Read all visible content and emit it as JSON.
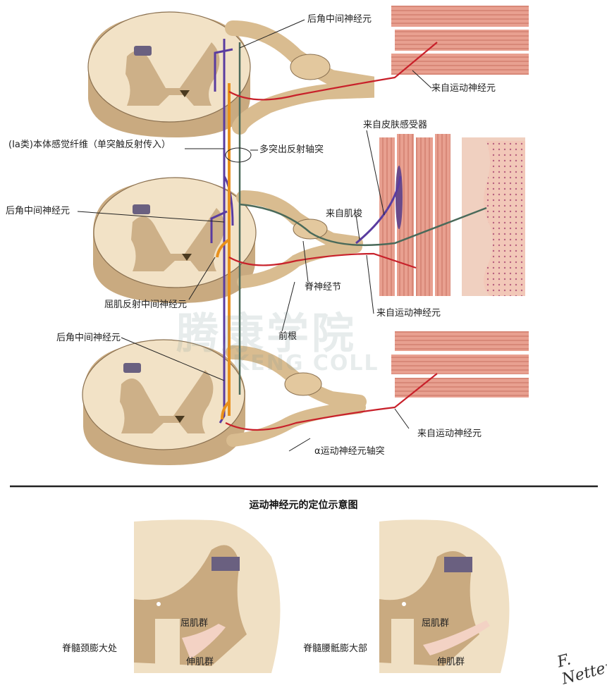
{
  "labels": {
    "dorsal_interneuron_top": "后角中间神经元",
    "from_motor_neuron_top": "来自运动神经元",
    "from_skin_receptor": "来自皮肤感受器",
    "ia_afferent": "(Ia类)本体感觉纤维（单突触反射传入）",
    "polysynaptic_axon": "多突出反射轴突",
    "dorsal_interneuron_mid": "后角中间神经元",
    "from_spindle": "来自肌梭",
    "spinal_ganglion": "脊神经节",
    "flexor_interneuron": "屈肌反射中间神经元",
    "from_motor_neuron_mid": "来自运动神经元",
    "ventral_root": "前根",
    "dorsal_interneuron_bot": "后角中间神经元",
    "from_motor_neuron_bot": "来自运动神经元",
    "alpha_motor_axon": "α运动神经元轴突",
    "flexor_group_left": "屈肌群",
    "extensor_group_left": "伸肌群",
    "cervical_label": "脊髓颈膨大处",
    "flexor_group_right": "屈肌群",
    "extensor_group_right": "伸肌群",
    "lumbar_label": "脊髓腰骶膨大部"
  },
  "caption": "运动神经元的定位示意图",
  "watermark": {
    "line1": "腾康学院",
    "line2": "KENG COLL"
  },
  "signature": "F. Netter",
  "colors": {
    "cord": "#f0e0c4",
    "gray_matter": "#c9a97e",
    "outline": "#8a7050",
    "muscle": "#e09080",
    "afferent_purple": "#5a3ca0",
    "interneuron_orange": "#e8901c",
    "motor_red": "#c8202a",
    "grey_green": "#4a6a5a"
  }
}
